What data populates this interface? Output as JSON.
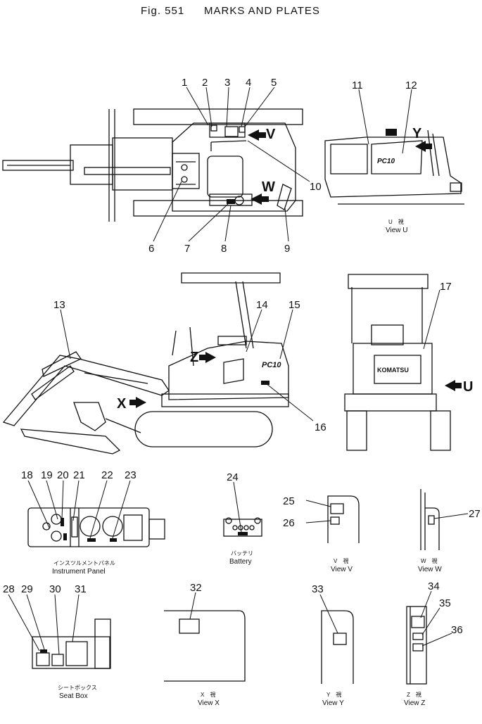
{
  "figure": {
    "number": "Fig. 551",
    "title": "MARKS AND PLATES"
  },
  "view_letters": {
    "v": "V",
    "w": "W",
    "x": "X",
    "y": "Y",
    "z": "Z",
    "u": "U"
  },
  "machine_text": {
    "model_badge": "PC10",
    "brand": "KOMATSU"
  },
  "callouts": [
    "1",
    "2",
    "3",
    "4",
    "5",
    "6",
    "7",
    "8",
    "9",
    "10",
    "11",
    "12",
    "13",
    "14",
    "15",
    "16",
    "17",
    "18",
    "19",
    "20",
    "21",
    "22",
    "23",
    "24",
    "25",
    "26",
    "27",
    "28",
    "29",
    "30",
    "31",
    "32",
    "33",
    "34",
    "35",
    "36"
  ],
  "captions": {
    "view_u": {
      "jp": "U　視",
      "en": "View U"
    },
    "instrument_panel": {
      "jp": "インスツルメントパネル",
      "en": "Instrument Panel"
    },
    "battery": {
      "jp": "バッテリ",
      "en": "Battery"
    },
    "view_v": {
      "jp": "V　視",
      "en": "View V"
    },
    "view_w": {
      "jp": "W　視",
      "en": "View W"
    },
    "seat_box": {
      "jp": "シートボックス",
      "en": "Seat Box"
    },
    "view_x": {
      "jp": "X　視",
      "en": "View X"
    },
    "view_y": {
      "jp": "Y　視",
      "en": "View Y"
    },
    "view_z": {
      "jp": "Z　視",
      "en": "View Z"
    }
  }
}
